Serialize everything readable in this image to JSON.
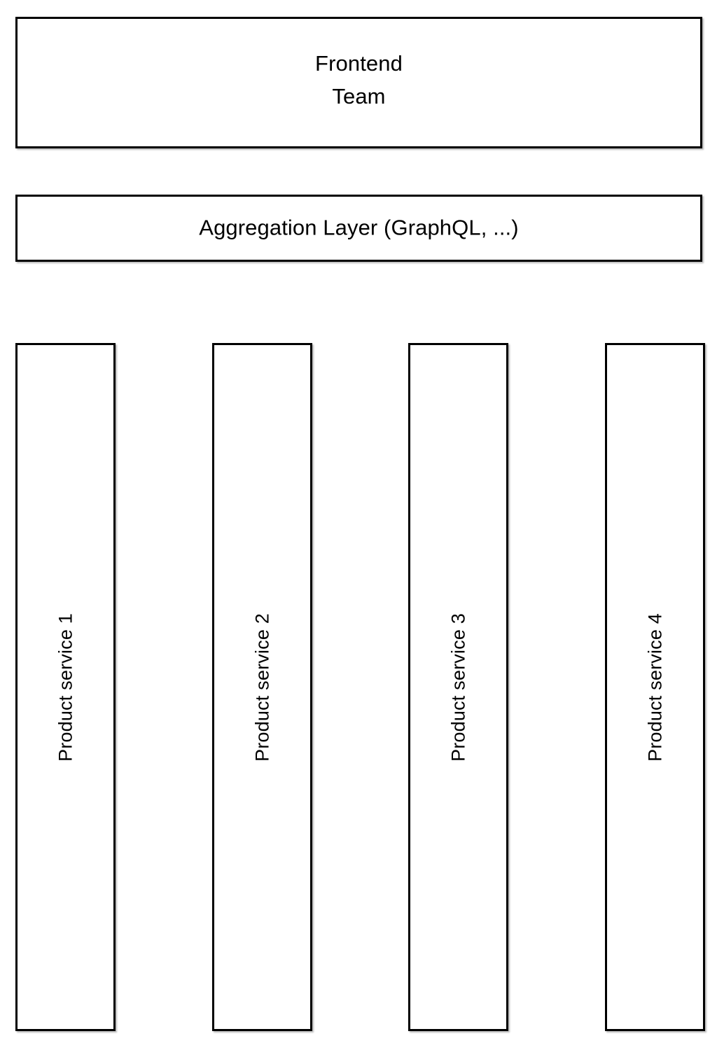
{
  "diagram": {
    "background_color": "#ffffff",
    "stroke_color": "#000000",
    "text_color": "#000000",
    "consumer": {
      "label": "Frontend\nTeam",
      "line_1": "Frontend",
      "line_2": "Team"
    },
    "aggregation": {
      "label": "Aggregation Layer (GraphQL, ...)"
    },
    "services": [
      {
        "label": "Product service 1"
      },
      {
        "label": "Product service 2"
      },
      {
        "label": "Product service 3"
      },
      {
        "label": "Product service 4"
      }
    ]
  }
}
